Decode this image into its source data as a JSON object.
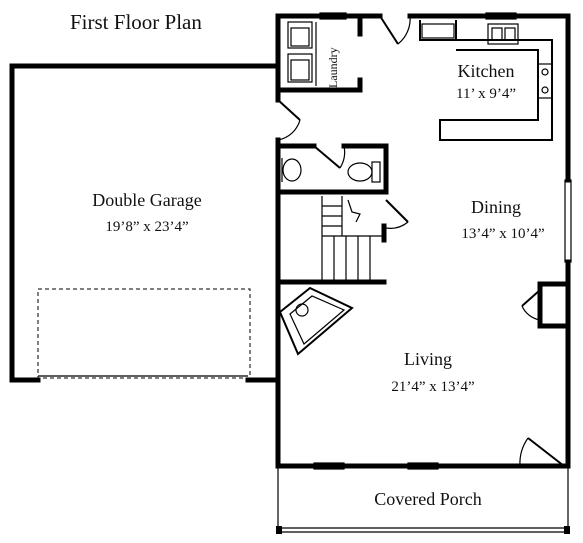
{
  "title": "First Floor Plan",
  "rooms": {
    "laundry": {
      "name": "Laundry"
    },
    "kitchen": {
      "name": "Kitchen",
      "size": "11’ x 9’4”"
    },
    "garage": {
      "name": "Double Garage",
      "size": "19’8” x 23’4”"
    },
    "dining": {
      "name": "Dining",
      "size": "13’4” x 10’4”"
    },
    "living": {
      "name": "Living",
      "size": "21’4” x 13’4”"
    },
    "porch": {
      "name": "Covered Porch"
    }
  }
}
